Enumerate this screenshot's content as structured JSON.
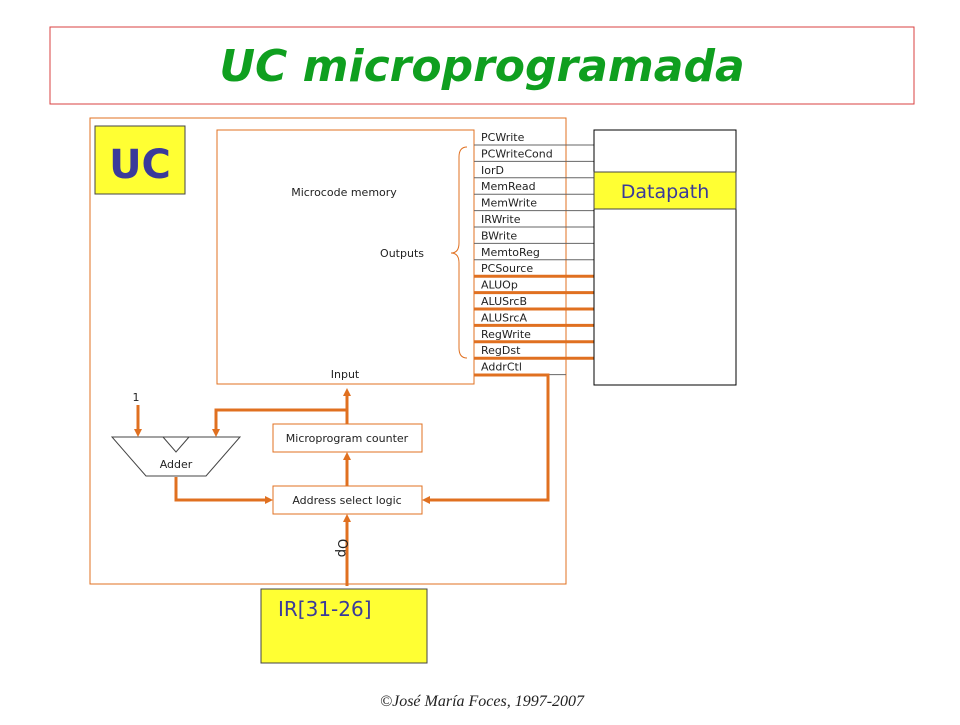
{
  "title": "UC microprogramada",
  "uc_label": "UC",
  "datapath_label": "Datapath",
  "ir_label": "IR[31-26]",
  "microcode_memory_label": "Microcode memory",
  "outputs_label": "Outputs",
  "input_label": "Input",
  "microprogram_counter_label": "Microprogram counter",
  "address_select_label": "Address select logic",
  "adder_label": "Adder",
  "one_label": "1",
  "op_label": "Op",
  "signals": [
    "PCWrite",
    "PCWriteCond",
    "IorD",
    "MemRead",
    "MemWrite",
    "IRWrite",
    "BWrite",
    "MemtoReg",
    "PCSource",
    "ALUOp",
    "ALUSrcB",
    "ALUSrcA",
    "RegWrite",
    "RegDst",
    "AddrCtl"
  ],
  "footer": "©José María Foces, 1997-2007",
  "colors": {
    "title_green": "#0f9f1f",
    "title_border": "#d94040",
    "orange": "#e07020",
    "yellow": "#ffff33",
    "uc_text": "#3a3a9a"
  }
}
